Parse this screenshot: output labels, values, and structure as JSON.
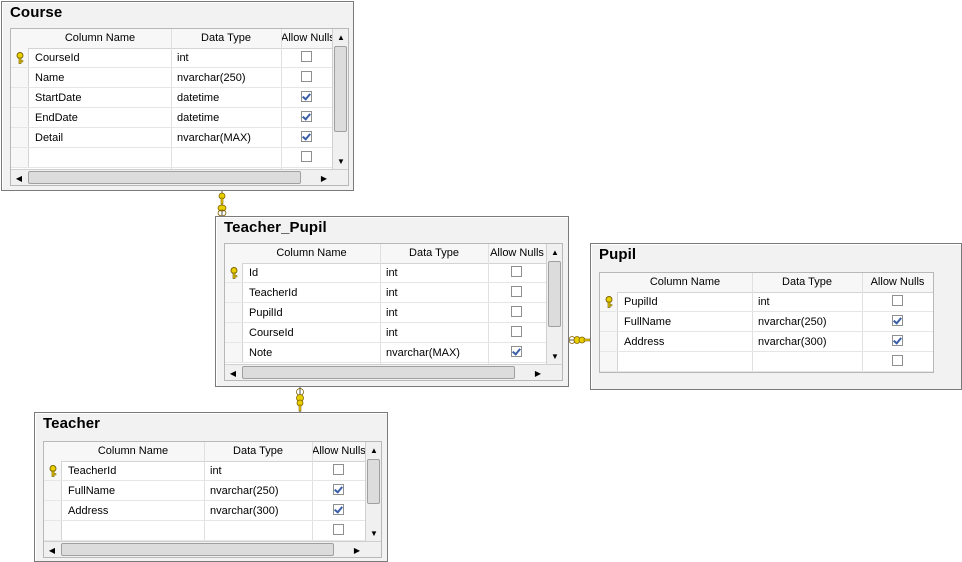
{
  "headers": {
    "column_name": "Column Name",
    "data_type": "Data Type",
    "allow_nulls": "Allow Nulls"
  },
  "tables": {
    "course": {
      "title": "Course",
      "rows": [
        {
          "name": "CourseId",
          "type": "int",
          "pk": true,
          "nulls": false
        },
        {
          "name": "Name",
          "type": "nvarchar(250)",
          "pk": false,
          "nulls": false
        },
        {
          "name": "StartDate",
          "type": "datetime",
          "pk": false,
          "nulls": true
        },
        {
          "name": "EndDate",
          "type": "datetime",
          "pk": false,
          "nulls": true
        },
        {
          "name": "Detail",
          "type": "nvarchar(MAX)",
          "pk": false,
          "nulls": true
        },
        {
          "name": "",
          "type": "",
          "pk": false,
          "nulls": false
        }
      ]
    },
    "teacher_pupil": {
      "title": "Teacher_Pupil",
      "rows": [
        {
          "name": "Id",
          "type": "int",
          "pk": true,
          "nulls": false
        },
        {
          "name": "TeacherId",
          "type": "int",
          "pk": false,
          "nulls": false
        },
        {
          "name": "PupilId",
          "type": "int",
          "pk": false,
          "nulls": false
        },
        {
          "name": "CourseId",
          "type": "int",
          "pk": false,
          "nulls": false
        },
        {
          "name": "Note",
          "type": "nvarchar(MAX)",
          "pk": false,
          "nulls": true
        }
      ]
    },
    "pupil": {
      "title": "Pupil",
      "rows": [
        {
          "name": "PupilId",
          "type": "int",
          "pk": true,
          "nulls": false
        },
        {
          "name": "FullName",
          "type": "nvarchar(250)",
          "pk": false,
          "nulls": true
        },
        {
          "name": "Address",
          "type": "nvarchar(300)",
          "pk": false,
          "nulls": true
        },
        {
          "name": "",
          "type": "",
          "pk": false,
          "nulls": false
        }
      ]
    },
    "teacher": {
      "title": "Teacher",
      "rows": [
        {
          "name": "TeacherId",
          "type": "int",
          "pk": true,
          "nulls": false
        },
        {
          "name": "FullName",
          "type": "nvarchar(250)",
          "pk": false,
          "nulls": true
        },
        {
          "name": "Address",
          "type": "nvarchar(300)",
          "pk": false,
          "nulls": true
        },
        {
          "name": "",
          "type": "",
          "pk": false,
          "nulls": false
        }
      ]
    }
  },
  "colors": {
    "key": "#e8d000",
    "check": "#3a5fa8",
    "relationship": "#e8d000"
  },
  "icons": {
    "primary_key": "key-icon",
    "relationship_end": "infinity-icon"
  }
}
